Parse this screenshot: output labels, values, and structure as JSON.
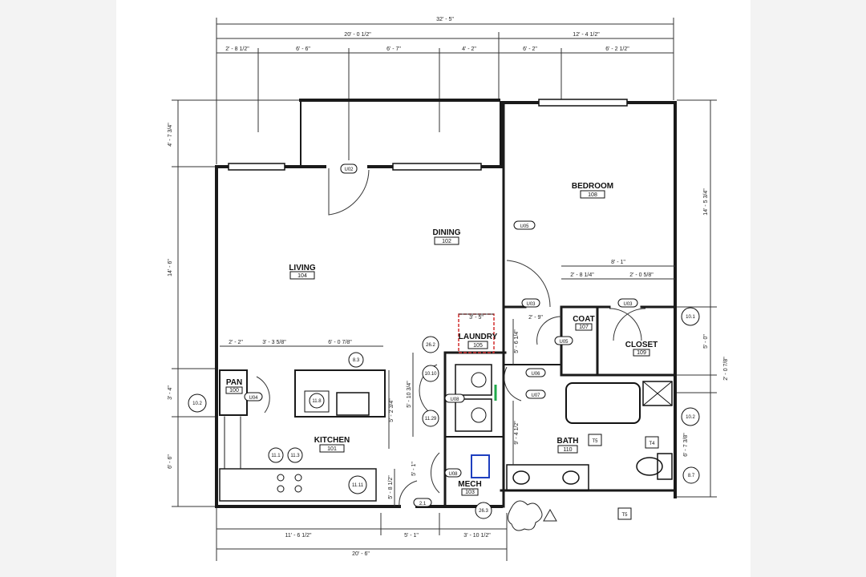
{
  "colors": {
    "wall": "#1a1a1a",
    "line": "#333333",
    "laundry_highlight": "#d32f2f",
    "mech_unit": "#1e3fbf",
    "accent_green": "#1fa84a",
    "background_side": "#f3f3f3"
  },
  "rooms": {
    "living": {
      "name": "LIVING",
      "number": "104"
    },
    "dining": {
      "name": "DINING",
      "number": "102"
    },
    "bedroom": {
      "name": "BEDROOM",
      "number": "108"
    },
    "kitchen": {
      "name": "KITCHEN",
      "number": "101"
    },
    "laundry": {
      "name": "LAUNDRY",
      "number": "105"
    },
    "coat": {
      "name": "COAT",
      "number": "107"
    },
    "closet": {
      "name": "CLOSET",
      "number": "109"
    },
    "bath": {
      "name": "BATH",
      "number": "110"
    },
    "mech": {
      "name": "MECH",
      "number": "103"
    },
    "pan": {
      "name": "PAN",
      "number": "100"
    }
  },
  "dimensions": {
    "top_overall": "32' - 5\"",
    "top_left_span": "20' - 0 1/2\"",
    "top_right_span": "12' - 4 1/2\"",
    "top_seg_1": "2' - 8 1/2\"",
    "top_seg_2": "6' - 6\"",
    "top_seg_3": "6' - 7\"",
    "top_seg_4": "4' - 2\"",
    "top_seg_5": "6' - 2\"",
    "top_seg_6": "6' - 2 1/2\"",
    "left_seg_1": "4' - 7 3/4\"",
    "left_seg_2": "14' - 6\"",
    "left_seg_3": "3' - 4\"",
    "left_seg_4": "6' - 6\"",
    "right_seg_1": "14' - 5 3/4\"",
    "right_seg_2": "5' - 0\"",
    "right_seg_3": "2' - 0 7/8\"",
    "right_seg_4": "6' - 7 3/8\"",
    "bottom_seg_1": "11' - 6 1/2\"",
    "bottom_seg_2": "5' - 1\"",
    "bottom_seg_3": "3' - 10 1/2\"",
    "bottom_overall": "20' - 6\"",
    "kitchen_seg_1": "2' - 2\"",
    "kitchen_seg_2": "3' - 3 5/8\"",
    "kitchen_seg_3": "6' - 0 7/8\"",
    "bath_top": "8' - 1\"",
    "bath_seg_1": "2' - 8 1/4\"",
    "bath_seg_2": "2' - 0 5/8\"",
    "laundry_width": "3' - 5\"",
    "coat_dim": "2' - 9\"",
    "mech_height": "5' - 10 3/4\"",
    "kitchen_height": "5' - 2 3/4\"",
    "hall_vert_1": "5' - 6 1/4\"",
    "hall_vert_2": "9' - 4 1/2\"",
    "kitchen_lower": "5' - 8 1/2\"",
    "bottom_small": "5' - 1\""
  },
  "tags": {
    "door_u02": "U02",
    "door_u03_a": "U03",
    "door_u03_b": "U03",
    "door_u04": "U04",
    "door_u05": "U05",
    "door_u06": "U06",
    "door_u07": "U07",
    "door_bed": "U05",
    "tag_8_3": "8.3",
    "tag_11_8": "11.8",
    "tag_11_1": "11.1",
    "tag_11_3": "11.3",
    "tag_11_11": "11.11",
    "tag_10_2_a": "10.2",
    "tag_10_2_b": "10.2",
    "tag_10_1": "10.1",
    "tag_8_7": "8.7",
    "tag_26_2": "26.2",
    "tag_26_3": "26.3",
    "tag_10_10": "10.10",
    "tag_11_29": "11.29",
    "tag_t5_a": "T5",
    "tag_t5_b": "T5",
    "tag_t4": "T4",
    "tag_u08": "U08",
    "tag_2_1": "2.1"
  }
}
